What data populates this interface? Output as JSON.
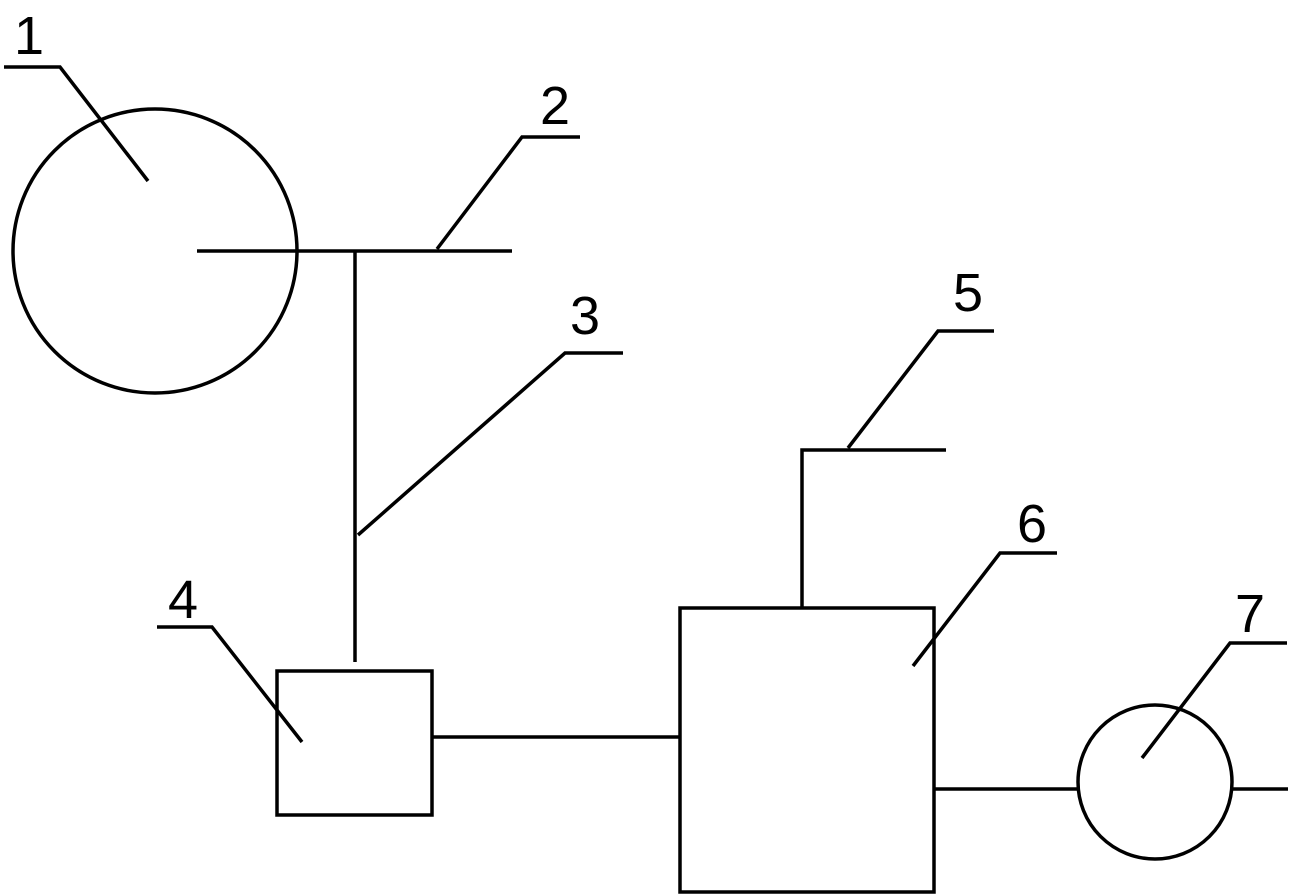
{
  "labels": {
    "n1": "1",
    "n2": "2",
    "n3": "3",
    "n4": "4",
    "n5": "5",
    "n6": "6",
    "n7": "7"
  },
  "colors": {
    "line": "#000000",
    "background": "#ffffff"
  }
}
